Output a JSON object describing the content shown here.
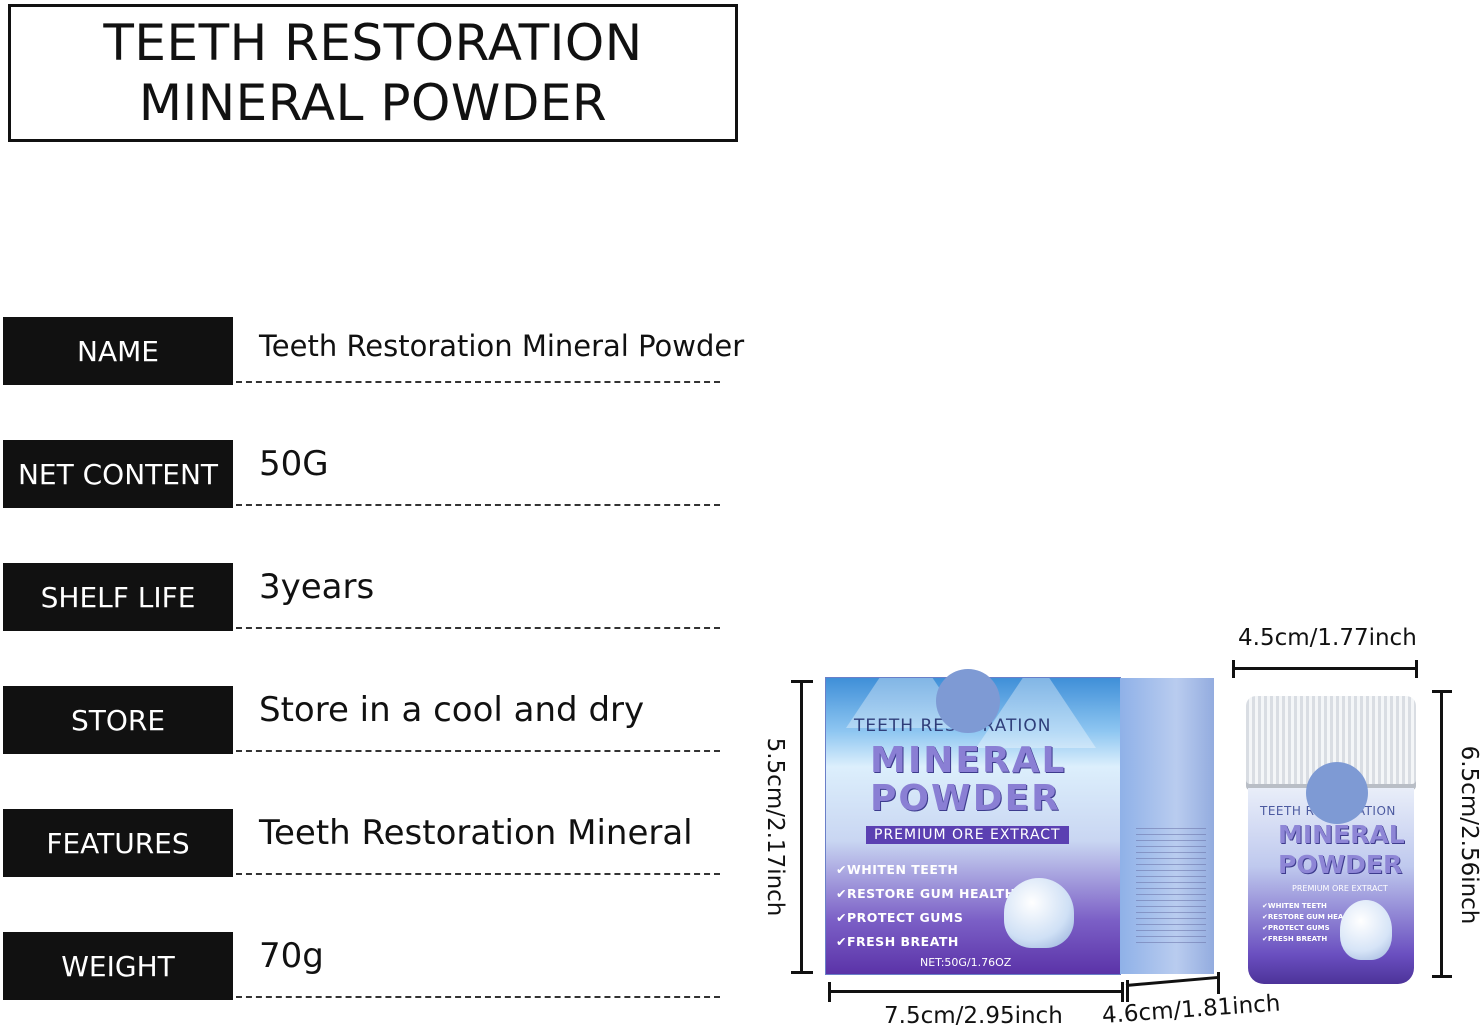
{
  "title": {
    "line1": "TEETH RESTORATION",
    "line2": "MINERAL POWDER"
  },
  "specs": [
    {
      "label": "NAME",
      "value": "Teeth Restoration Mineral Powder"
    },
    {
      "label": "NET  CONTENT",
      "value": "50G"
    },
    {
      "label": "SHELF LIFE",
      "value": "3years"
    },
    {
      "label": "STORE",
      "value": "Store in a cool and dry"
    },
    {
      "label": "FEATURES",
      "value": "Teeth Restoration Mineral"
    },
    {
      "label": "WEIGHT",
      "value": "70g"
    }
  ],
  "box": {
    "subtitle": "TEETH RESTORATION",
    "line1": "MINERAL",
    "line2": "POWDER",
    "tagline": "PREMIUM ORE EXTRACT",
    "features": [
      "WHITEN TEETH",
      "RESTORE GUM HEALTH",
      "PROTECT GUMS",
      "FRESH BREATH"
    ],
    "net": "NET:50G/1.76OZ"
  },
  "jar": {
    "subtitle": "TEETH RESTORATION",
    "line1": "MINERAL",
    "line2": "POWDER",
    "tagline": "PREMIUM ORE EXTRACT",
    "features": [
      "WHITEN TEETH",
      "RESTORE GUM HEALTH",
      "PROTECT GUMS",
      "FRESH BREATH"
    ]
  },
  "dimensions": {
    "box_height": "5.5cm/2.17inch",
    "box_width": "7.5cm/2.95inch",
    "box_depth": "4.6cm/1.81inch",
    "jar_width": "4.5cm/1.77inch",
    "jar_height": "6.5cm/2.56inch"
  },
  "colors": {
    "label_bg": "#111111",
    "box_purple": "#5b33a8",
    "box_blue": "#3f8fd8",
    "blob": "#7e9ad4"
  }
}
